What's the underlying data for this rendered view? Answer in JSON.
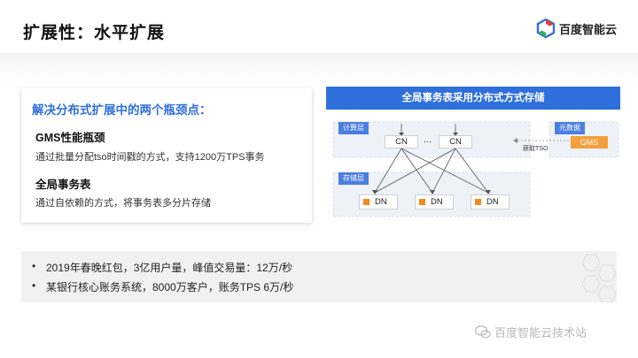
{
  "slide": {
    "title": "扩展性：水平扩展",
    "brand": "百度智能云"
  },
  "card": {
    "heading": "解决分布式扩展中的两个瓶颈点：",
    "items": [
      {
        "title": "GMS性能瓶颈",
        "desc": "通过批量分配tso时间戳的方式，支持1200万TPS事务"
      },
      {
        "title": "全局事务表",
        "desc": "通过自依赖的方式，将事务表多分片存储"
      }
    ]
  },
  "diagram": {
    "banner": "全局事务表采用分布式方式存储",
    "compute_tag": "计算层",
    "storage_tag": "存储层",
    "meta_tag": "元数据",
    "cn1": "CN",
    "ellipsis": "...",
    "cn2": "CN",
    "gms": "GMS",
    "tso_label": "获取TSO",
    "dn_labels": [
      "DN",
      "DN",
      "DN"
    ]
  },
  "bottom": {
    "bullets": [
      "2019年春晚红包，3亿用户量，峰值交易量：12万/秒",
      "某银行核心账务系统，8000万客户，账务TPS 6万/秒"
    ]
  },
  "watermark": {
    "text": "百度智能云技术站"
  },
  "colors": {
    "accent": "#2f6fdc",
    "dn_square": "#f08a1c",
    "gms": "#f5a03c"
  }
}
